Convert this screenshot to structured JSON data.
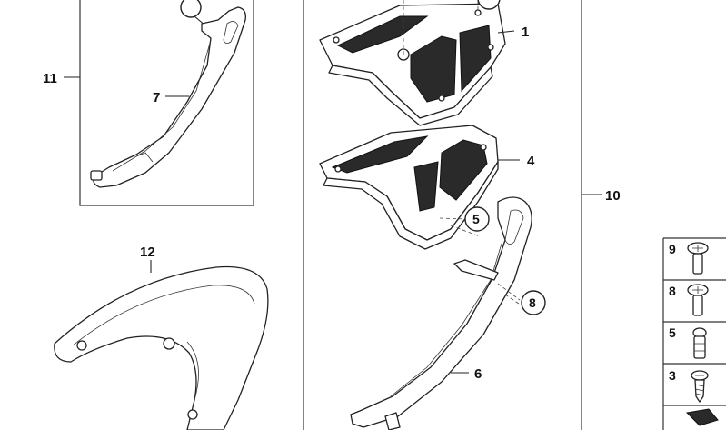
{
  "diagram": {
    "callouts": {
      "c1": "1",
      "c3": "3",
      "c4": "4",
      "c5": "5",
      "c6": "6",
      "c7": "7",
      "c8": "8",
      "c9": "9",
      "c10": "10",
      "c11": "11",
      "c12": "12",
      "fastener_9": "9",
      "fastener_8": "8",
      "fastener_5": "5",
      "fastener_3": "3"
    },
    "line_color": "#222222",
    "background": "#ffffff"
  }
}
